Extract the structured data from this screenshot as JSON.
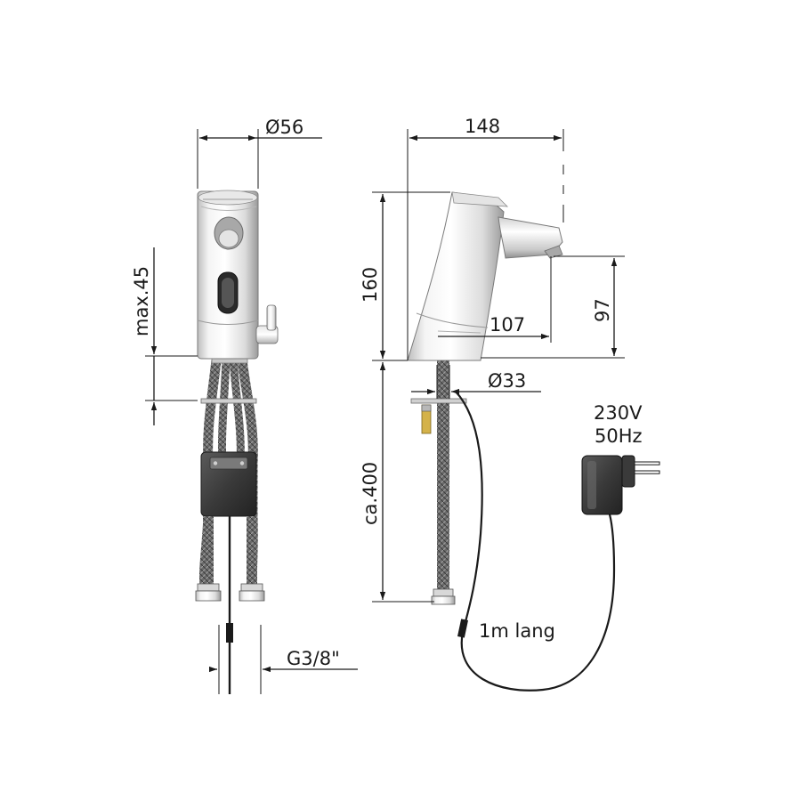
{
  "dimensions": {
    "diameter_top": "Ø56",
    "max_height": "max.45",
    "thread": "G3/8\"",
    "width": "148",
    "height": "160",
    "spout_reach": "107",
    "spout_height": "97",
    "diameter_base": "Ø33",
    "hose_length": "ca.400"
  },
  "power": {
    "voltage": "230V",
    "frequency": "50Hz"
  },
  "cable": {
    "length": "1m lang"
  }
}
